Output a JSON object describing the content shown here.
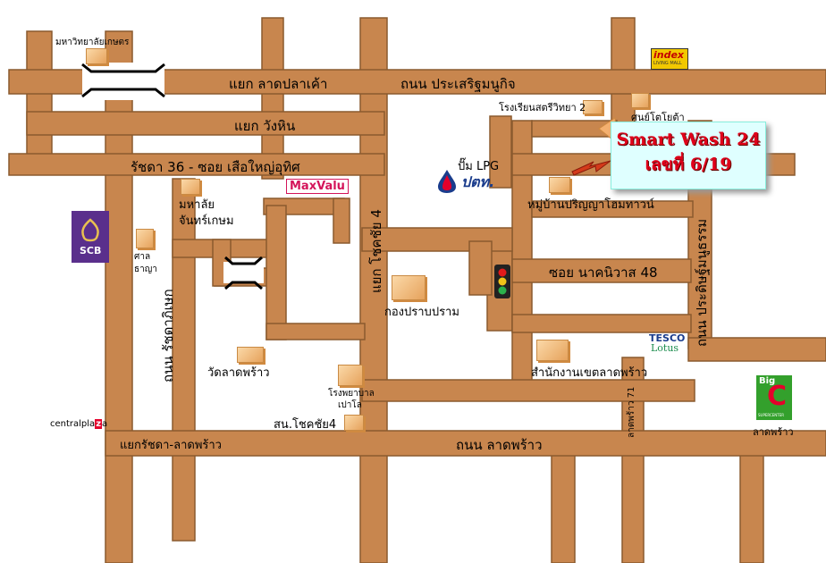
{
  "colors": {
    "road": "#c8864e",
    "road_border": "#8a5a2e",
    "callout_bg": "#dfffff",
    "callout_text": "#e0001a",
    "scb": "#5a2f8c",
    "maxvalu": "#d4145a",
    "bigc_green": "#33a02c",
    "bigc_red": "#e4002b",
    "tesco_blue": "#1a3c8c",
    "index_yellow": "#f2c800"
  },
  "callout": {
    "line1": "Smart Wash 24",
    "line2": "เลขที่ 6/19"
  },
  "roads": {
    "ladplakao": "แยก ลาดปลาเค้า",
    "prasertmanukit": "ถนน ประเสริฐมนูกิจ",
    "wanghin": "แยก วังหิน",
    "ratchada36": "รัชดา 36 - ซอย เสือใหญ่อุทิศ",
    "chokchai4": "แยก โชคชัย 4",
    "nakniwat48": "ซอย นาคนิวาส 48",
    "ratchadaphisek": "ถนน รัชดาภิเษก",
    "pracharatbamphen": "ถนน ประดิษฐ์มนูธรรม",
    "ladprao71": "ลาดพร้าว 71",
    "ladprao": "ถนน ลาดพร้าว",
    "ratchada_ladprao": "แยกรัชดา-ลาดพร้าว"
  },
  "places": {
    "kasetsart": "มหาวิทยาลัยเกษตร",
    "satriwitthaya2": "โรงเรียนสตรีวิทยา 2",
    "tohtoh": "ศูนย์โตโยต้า",
    "lpg": "ปั๊ม LPG",
    "ptt": "ปตท.",
    "prinya": "หมู่บ้านปริญญาโฮมทาวน์",
    "chandrakasem": "มหาลัย\nจันทร์เกษม",
    "chandrakasem1": "มหาลัย",
    "chandrakasem2": "จันทร์เกษม",
    "saanchaoya1": "ศาล",
    "saanchaoya2": "ธาญา",
    "kongprab": "กองปราบปราม",
    "district": "สำนักงานเขตลาดพร้าว",
    "watladprao": "วัดลาดพร้าว",
    "hospital1": "โรงพยาบาล",
    "hospital2": "เปาโล",
    "police": "สน.โชคชัย4",
    "bigc_label": "ลาดพร้าว"
  },
  "logos": {
    "index": "index",
    "index_sub": "LIVING MALL",
    "maxvalu": "MaxValu",
    "scb": "SCB",
    "central": "centralpla",
    "central_z": "z",
    "central_a": "a",
    "tesco": "TESCO",
    "lotus": "Lotus",
    "bigc_big": "Big",
    "bigc_c": "C",
    "bigc_sub": "SUPERCENTER"
  }
}
